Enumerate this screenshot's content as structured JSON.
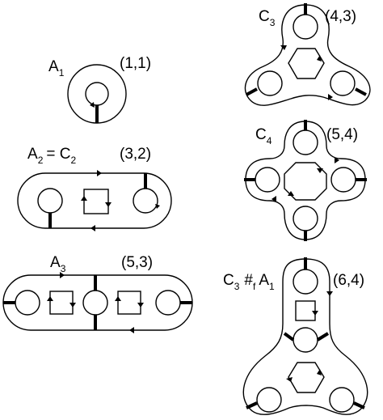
{
  "colors": {
    "ink": "#000000",
    "background": "#ffffff"
  },
  "diagrams": {
    "a1": {
      "name": "A",
      "sub": "1",
      "pair": "(1,1)"
    },
    "a2": {
      "name": "A",
      "sub": "2",
      "eq": "= C",
      "eq_sub": "2",
      "pair": "(3,2)"
    },
    "a3": {
      "name": "A",
      "sub": "3",
      "pair": "(5,3)"
    },
    "c3": {
      "name": "C",
      "sub": "3",
      "pair": "(4,3)"
    },
    "c4": {
      "name": "C",
      "sub": "4",
      "pair": "(5,4)"
    },
    "c3a1": {
      "name": "C",
      "sub": "3",
      "op": "#",
      "op_sub": "f",
      "name2": "A",
      "sub2": "1",
      "pair": "(6,4)"
    }
  }
}
